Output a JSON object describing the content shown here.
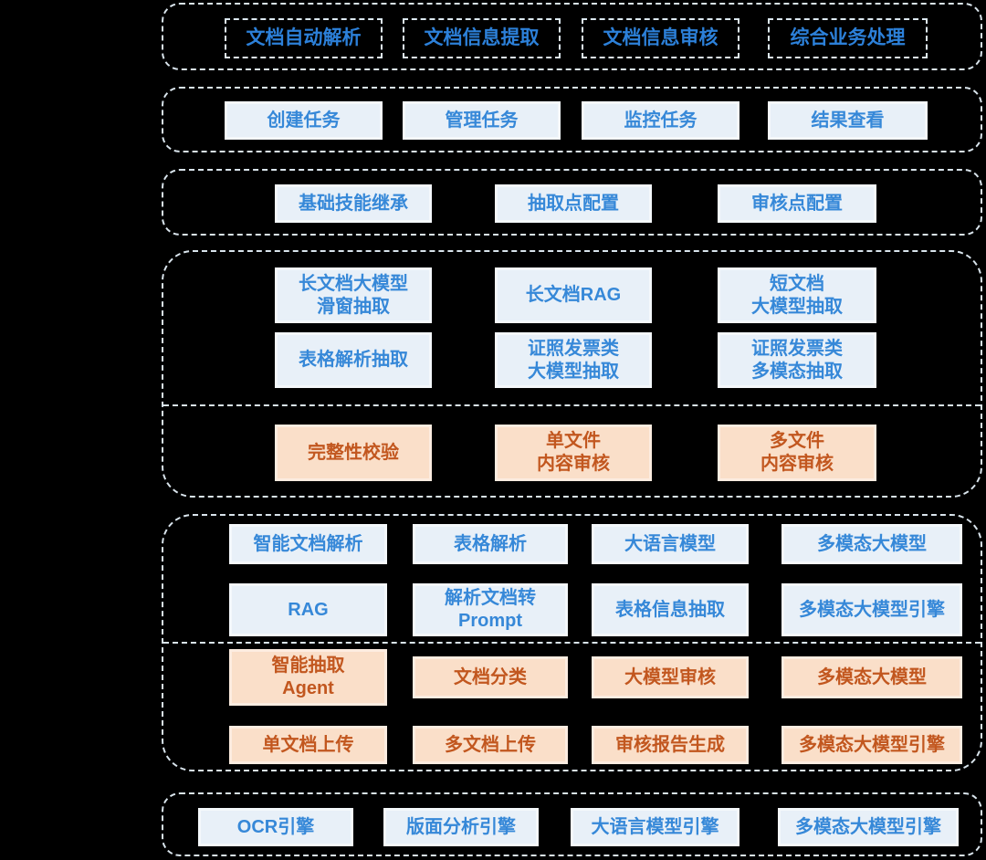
{
  "colors": {
    "background": "#000000",
    "container_border": "#d9e4ec",
    "blue_box_fill": "#e8f0f8",
    "blue_text": "#3688d8",
    "outline_text": "#2c80d9",
    "orange_box_fill": "#fadfc9",
    "orange_text": "#c2571f"
  },
  "layers": {
    "scenario": {
      "items": [
        "文档自动解析",
        "文档信息提取",
        "文档信息审核",
        "综合业务处理"
      ]
    },
    "task": {
      "items": [
        "创建任务",
        "管理任务",
        "监控任务",
        "结果查看"
      ]
    },
    "config": {
      "items": [
        "基础技能继承",
        "抽取点配置",
        "审核点配置"
      ]
    },
    "skill": {
      "extract_row1": [
        "长文档大模型\n滑窗抽取",
        "长文档RAG",
        "短文档\n大模型抽取"
      ],
      "extract_row2": [
        "表格解析抽取",
        "证照发票类\n大模型抽取",
        "证照发票类\n多模态抽取"
      ],
      "audit_row": [
        "完整性校验",
        "单文件\n内容审核",
        "多文件\n内容审核"
      ]
    },
    "capability": {
      "blue_row1": [
        "智能文档解析",
        "表格解析",
        "大语言模型",
        "多模态大模型"
      ],
      "blue_row2": [
        "RAG",
        "解析文档转\nPrompt",
        "表格信息抽取",
        "多模态大模型引擎"
      ],
      "orange_row1": [
        "智能抽取\nAgent",
        "文档分类",
        "大模型审核",
        "多模态大模型"
      ],
      "orange_row2": [
        "单文档上传",
        "多文档上传",
        "审核报告生成",
        "多模态大模型引擎"
      ]
    },
    "engine": {
      "items": [
        "OCR引擎",
        "版面分析引擎",
        "大语言模型引擎",
        "多模态大模型引擎"
      ]
    }
  }
}
